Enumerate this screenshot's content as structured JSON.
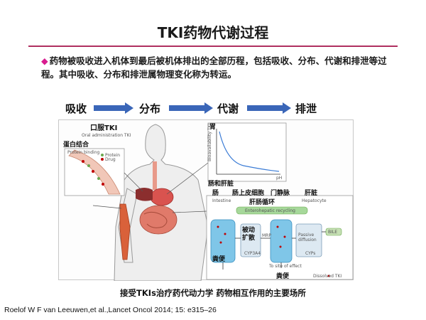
{
  "slide": {
    "title": "TKI药物代谢过程",
    "intro": "药物被吸收进入机体到最后被机体排出的全部历程，包括吸收、分布、代谢和排泄等过程。其中吸收、分布和排泄属物理变化称为转运。",
    "bullet_glyph": "◆",
    "steps": [
      "吸收",
      "分布",
      "代谢",
      "排泄"
    ],
    "caption": "接受TKIs治疗药代动力学 药物相互作用的主要场所",
    "reference": "Roelof W F van Leeuwen,et al.,Lancet Oncol 2014; 15: e315–26"
  },
  "figure": {
    "label_oral": "口服TKI",
    "label_oral_admin": "Oral administration TKI",
    "label_protein_binding": "蛋白结合",
    "label_protein_box": "Protein binding",
    "legend_protein": "Protein",
    "legend_drug": "Drug",
    "label_stomach": "胃",
    "label_ph": "pH",
    "label_bioavailability": "Bioavailability TKI",
    "label_intestine_liver": "肠和肝脏",
    "label_intestine": "肠",
    "label_enterocyte": "肠上皮细胞",
    "label_portal_vein": "门静脉",
    "label_liver": "肝脏",
    "label_intestine_en": "Intestine",
    "label_hepatocyte": "Hepatocyte",
    "label_enterohepatic": "肝肠循环",
    "label_enterohepatic_en": "Enterohepatic recycling",
    "label_passive_diffusion_cn": "被动扩散",
    "label_passive_diffusion_en": "Passive diffusion",
    "label_to_site": "To site of effect",
    "label_feces_1": "粪便",
    "label_feces_2": "粪便",
    "label_cyp_1": "CYP3A4",
    "label_cyp_2": "CYPs",
    "label_mrp": "MRP",
    "label_bile": "BILE",
    "label_dissolved": "Dissolved TKI"
  }
}
